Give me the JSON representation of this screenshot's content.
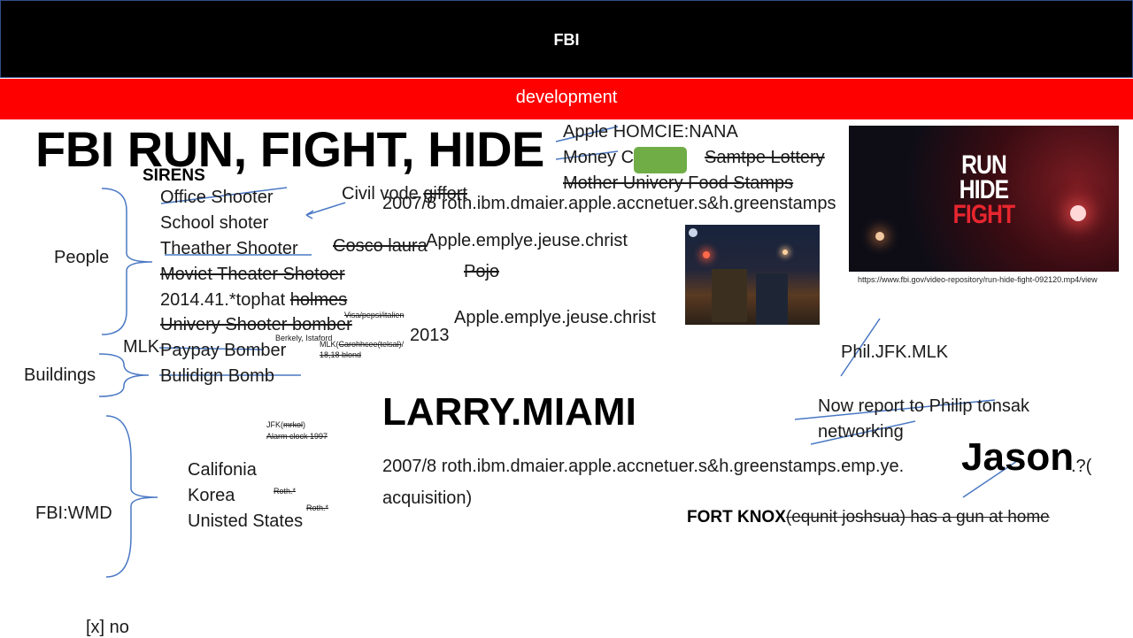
{
  "header": {
    "title": "FBI",
    "subtitle": "development"
  },
  "main_title": "FBI RUN, FIGHT, HIDE",
  "sirens": "SIRENS",
  "categories": {
    "people": "People",
    "buildings": "Buildings",
    "wmd": "FBI:WMD",
    "mlk": "MLK"
  },
  "people_list": [
    "Office Shooter",
    "School shoter",
    "Theather Shooter",
    "Moviet Theater Shotoer",
    "2014.41.*tophat ",
    "holmes",
    "Univery Shooter bomber",
    "Paypay Bomber",
    "Bulidign Bomb"
  ],
  "wmd_list": [
    "Califonia",
    "Korea",
    "Unisted States"
  ],
  "civil": "Civil  vode ",
  "giffort": "giffort",
  "cosco": "Cosco laura",
  "apple_emp": "Apple.emplye.jeuse.christ",
  "pojo": "Pojo",
  "year": "2013",
  "roth_line_top": "2007/8 roth.ibm.dmaier.apple.accnetuer.s&h.greenstamps",
  "apple_homcie": "Apple HOMCIE:NANA",
  "money_prefix": "Money C",
  "money_struck": "Samtpe Lottery",
  "mother": "Mother Univery Food Stamps",
  "tiny": {
    "visa": "Visa/pepsi/italien",
    "berkely": "Berkely, Istaford",
    "mlk_prefix": "MLK(",
    "mlk_struck": "Carohhcee(telsal)",
    "mlk_suffix": "/",
    "blond": "18,18 blond",
    "jfk_prefix": "JFK(",
    "jfk_struck": "mrkol",
    "jfk_suffix": ")",
    "alarm": "Alarm clock 1997",
    "roth1": "Roth.*",
    "roth2": "Roth.*"
  },
  "larry": "LARRY.MIAMI",
  "roth_line_main": "2007/8 roth.ibm.dmaier.apple.accnetuer.s&h.greenstamps.emp.ye.",
  "jason": "Jason",
  "jason_suffix": ".?(",
  "acquisition": "acquisition)",
  "fort_knox_bold": "FORT KNOX",
  "fort_knox_rest": "(equnit joshsua) has a gun at home",
  "phil": "Phil.JFK.MLK",
  "report_line1": "Now report to Philip tonsak",
  "report_line2": "networking",
  "url": "https://www.fbi.gov/video-repository/run-hide-fight-092120.mp4/view",
  "poster": {
    "run": "RUN",
    "hide": "HIDE",
    "fight": "FIGHT"
  },
  "footer": "[x] no",
  "colors": {
    "header_bg": "#000000",
    "red_bar": "#ff0000",
    "green_box": "#70ad47",
    "bracket": "#4472c4",
    "poster_red": "#e8262f"
  }
}
